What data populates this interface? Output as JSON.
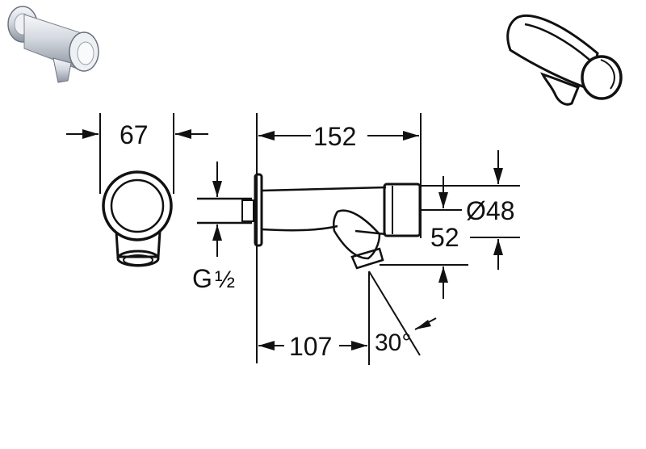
{
  "colors": {
    "line": "#111111",
    "background": "#ffffff",
    "chrome_light": "#e6e9ee",
    "chrome_mid": "#b8bec7",
    "chrome_dark": "#6b7280"
  },
  "images": {
    "photo_icon": "chrome-tap-photo-icon",
    "line_art_icon": "tap-line-art-icon"
  },
  "dimensions": {
    "front_width": "67",
    "overall_length": "152",
    "diameter": "Ø48",
    "height": "52",
    "thread": "G",
    "thread_fraction": "½",
    "spout_offset": "107",
    "spout_angle": "30°"
  }
}
